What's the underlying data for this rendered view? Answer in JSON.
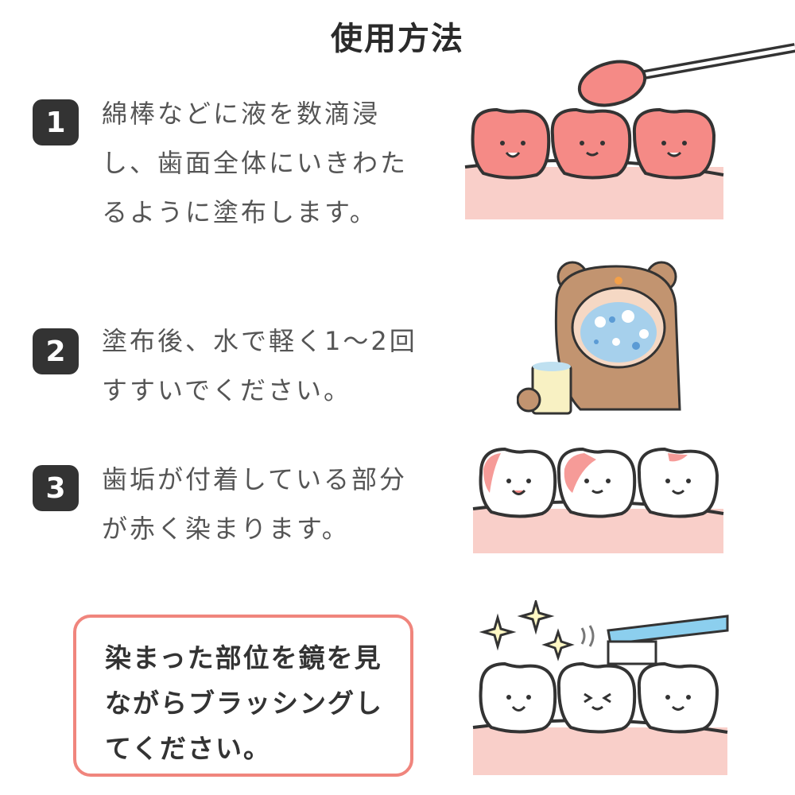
{
  "title": "使用方法",
  "steps": [
    {
      "number": "1",
      "text": "綿棒などに液を数滴浸し、歯面全体にいきわたるように塗布します。"
    },
    {
      "number": "2",
      "text": "塗布後、水で軽く1〜2回すすいでください。"
    },
    {
      "number": "3",
      "text": "歯垢が付着している部分が赤く染まります。"
    }
  ],
  "callout": {
    "text": "染まった部位を鏡を見ながらブラッシングしてください。"
  },
  "illustrations": [
    {
      "name": "stained-teeth-with-swab"
    },
    {
      "name": "bear-rinsing-mouth"
    },
    {
      "name": "teeth-with-red-plaque"
    },
    {
      "name": "teeth-brushing-sparkle"
    }
  ],
  "colors": {
    "accent": "#f0857d",
    "badge": "#333333",
    "gum": "#f9cfc9",
    "tooth_red": "#f58a86"
  }
}
